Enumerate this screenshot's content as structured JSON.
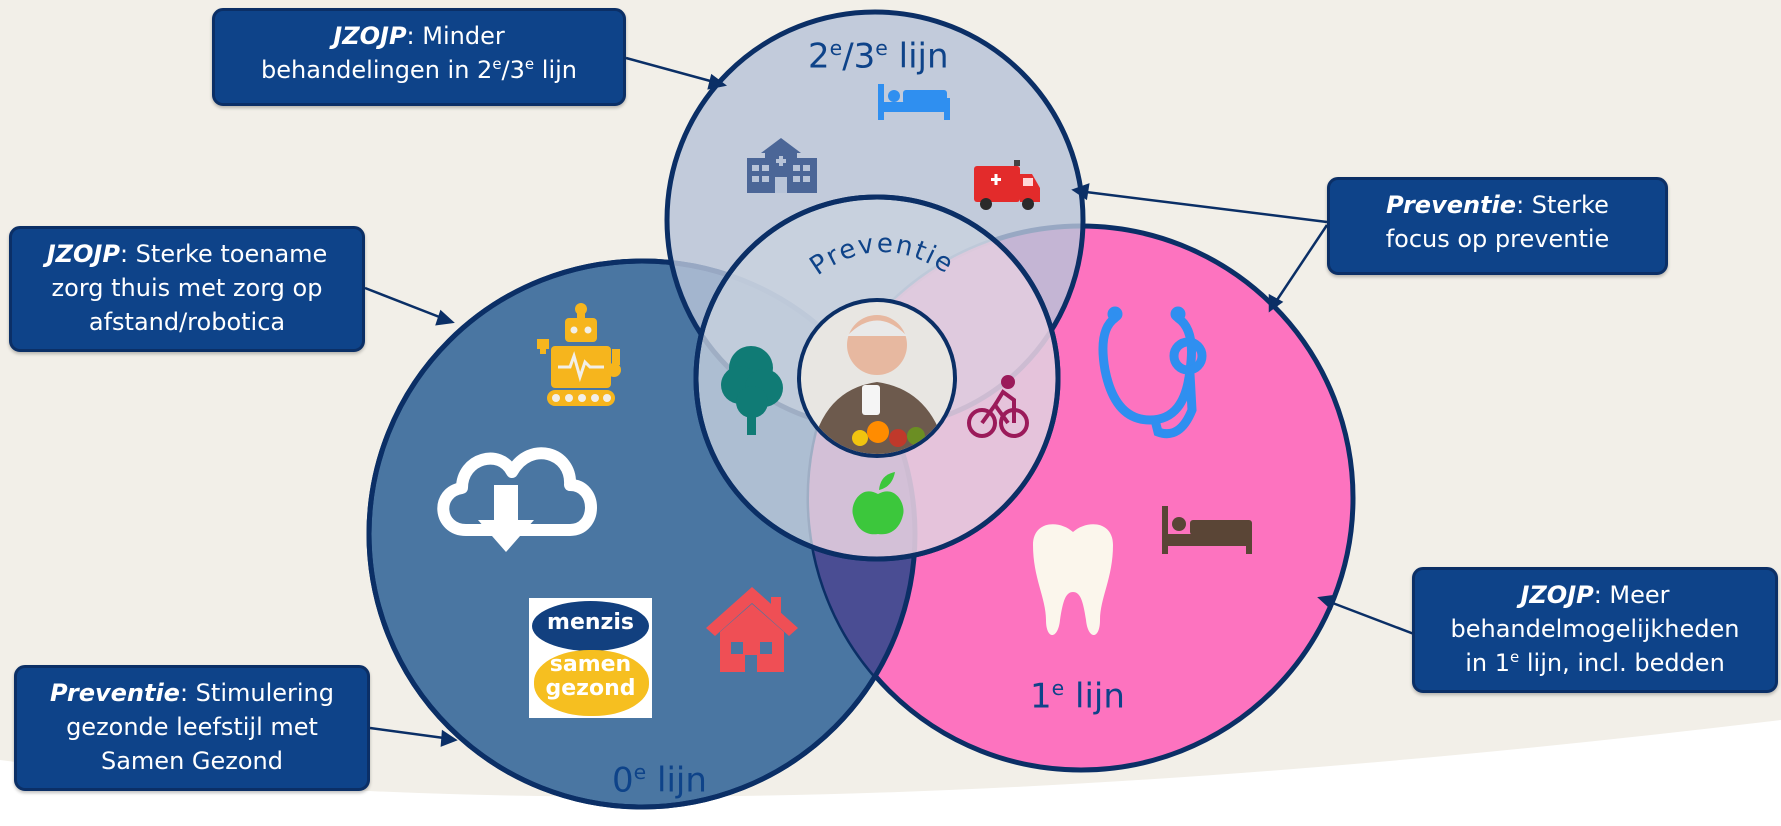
{
  "callouts": {
    "top_left": {
      "tag": "JZOJP",
      "l1": ": Minder",
      "l2": "behandelingen in 2",
      "s1": "e",
      "m": "/3",
      "s2": "e",
      "l3": " lijn"
    },
    "mid_left": {
      "tag": "JZOJP",
      "l1": ": Sterke toename",
      "l2": "zorg thuis met zorg op",
      "l3": "afstand/robotica"
    },
    "bottom_left": {
      "tag": "Preventie",
      "l1": ": Stimulering",
      "l2": "gezonde leefstijl met",
      "l3": "Samen Gezond"
    },
    "right_top": {
      "tag": "Preventie",
      "l1": ": Sterke",
      "l2": "focus op preventie"
    },
    "right_bottom": {
      "tag": "JZOJP",
      "l1": ": Meer",
      "l2": "behandelmogelijkheden",
      "l3a": "in 1",
      "s": "e",
      "l3b": " lijn, incl. bedden"
    }
  },
  "circles": {
    "top": {
      "pre": "2",
      "s1": "e",
      "mid": "/3",
      "s2": "e",
      "post": " lijn"
    },
    "center": {
      "label": "Preventie"
    },
    "right": {
      "pre": "1",
      "sup": "e",
      "post": " lijn"
    },
    "left": {
      "pre": "0",
      "sup": "e",
      "post": " lijn"
    }
  },
  "logo": {
    "line1": "menzis",
    "line2": "samen",
    "line3": "gezond"
  },
  "icons": [
    "robot-icon",
    "cloud-download-icon",
    "house-icon",
    "hospital-icon",
    "hospital-bed-icon",
    "ambulance-icon",
    "stethoscope-icon",
    "tooth-icon",
    "bed-icon",
    "tree-icon",
    "apple-icon",
    "cyclist-icon",
    "elderly-man-photo"
  ],
  "colors": {
    "left_circle": "#4a76a2",
    "right_circle": "#fd73bf",
    "top_circle": "#b7c3d8",
    "center_circle": "#c9d2df",
    "callout_bg": "#0e4389",
    "outline": "#0b2f66"
  }
}
